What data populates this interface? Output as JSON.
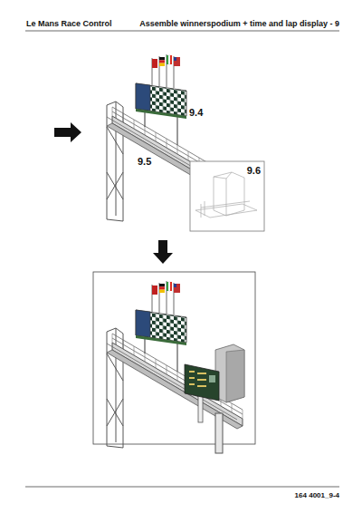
{
  "diagram": {
    "title": "Assemble winnerspodium + time and lap display - 9",
    "labels": [
      "Le Mans Race Control",
      "9.4",
      "9.5",
      "9.6",
      "164 4001_9-4"
    ]
  }
}
